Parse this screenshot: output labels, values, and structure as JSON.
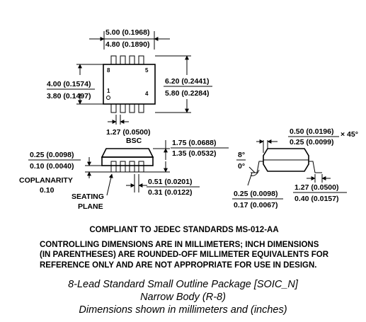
{
  "top_view": {
    "length_max": "5.00 (0.1968)",
    "length_min": "4.80 (0.1890)",
    "width_max": "4.00 (0.1574)",
    "width_min": "3.80 (0.1497)",
    "span_max": "6.20 (0.2441)",
    "span_min": "5.80 (0.2284)",
    "pin_8": "8",
    "pin_5": "5",
    "pin_1": "1",
    "pin_4": "4",
    "pitch": "1.27 (0.0500)",
    "pitch_note": "BSC"
  },
  "side_view": {
    "height_max": "1.75 (0.0688)",
    "height_min": "1.35 (0.0532)",
    "standoff_max": "0.25 (0.0098)",
    "standoff_min": "0.10 (0.0040)",
    "coplanarity_label": "COPLANARITY",
    "coplanarity_value": "0.10",
    "seating_line1": "SEATING",
    "seating_line2": "PLANE",
    "lead_width_max": "0.51 (0.0201)",
    "lead_width_min": "0.31 (0.0122)"
  },
  "end_view": {
    "chamfer_max": "0.50 (0.0196)",
    "chamfer_min": "0.25 (0.0099)",
    "chamfer_angle": "× 45°",
    "angle_max": "8°",
    "angle_min": "0°",
    "thickness_max": "0.25 (0.0098)",
    "thickness_min": "0.17 (0.0067)",
    "foot_max": "1.27 (0.0500)",
    "foot_min": "0.40 (0.0157)"
  },
  "notes": {
    "line1": "COMPLIANT TO JEDEC STANDARDS MS-012-AA",
    "line2": "CONTROLLING DIMENSIONS ARE IN MILLIMETERS; INCH DIMENSIONS",
    "line3": "(IN PARENTHESES) ARE ROUNDED-OFF MILLIMETER EQUIVALENTS FOR",
    "line4": "REFERENCE ONLY AND ARE NOT APPROPRIATE FOR USE IN DESIGN."
  },
  "caption": {
    "line1": "8-Lead Standard Small Outline Package [SOIC_N]",
    "line2": "Narrow Body (R-8)",
    "line3": "Dimensions shown in millimeters and (inches)"
  }
}
